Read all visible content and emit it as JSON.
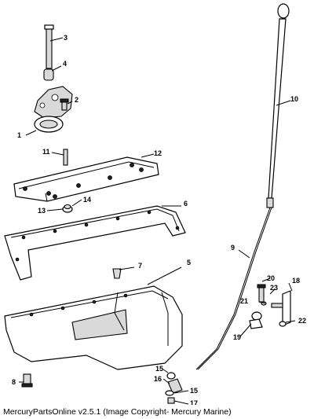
{
  "caption": "MercuryPartsOnline v2.5.1 (Image Copyright- Mercury Marine)",
  "callouts": [
    "1",
    "2",
    "3",
    "4",
    "5",
    "6",
    "7",
    "8",
    "9",
    "10",
    "11",
    "12",
    "13",
    "14",
    "15",
    "16",
    "15",
    "17",
    "18",
    "19",
    "20",
    "21",
    "22",
    "23"
  ]
}
